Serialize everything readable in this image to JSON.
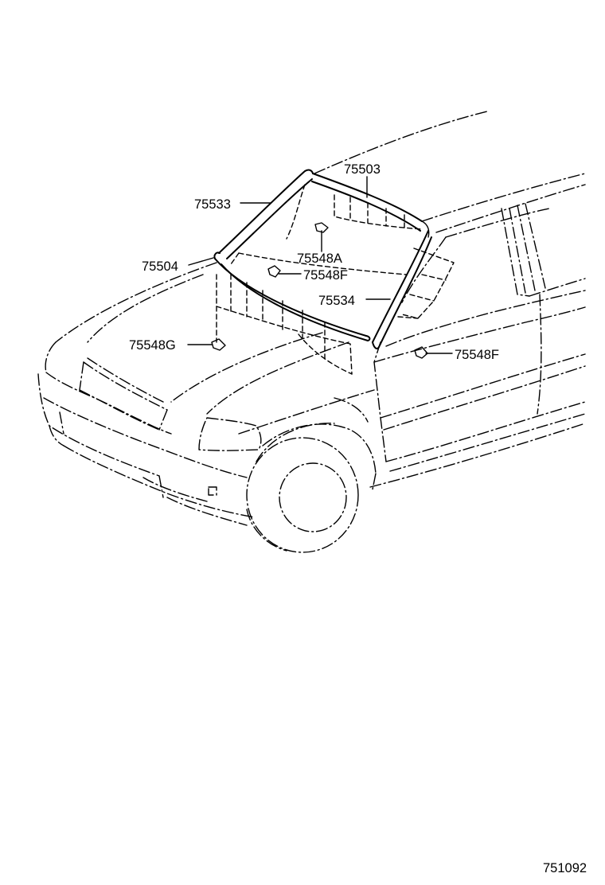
{
  "parts": [
    {
      "id": "p75503",
      "number": "75503"
    },
    {
      "id": "p75533",
      "number": "75533"
    },
    {
      "id": "p75504",
      "number": "75504"
    },
    {
      "id": "p75548a",
      "number": "75548A"
    },
    {
      "id": "p75548f_center",
      "number": "75548F"
    },
    {
      "id": "p75534",
      "number": "75534"
    },
    {
      "id": "p75548g",
      "number": "75548G"
    },
    {
      "id": "p75548f_right",
      "number": "75548F"
    }
  ],
  "figure_number": "751092"
}
